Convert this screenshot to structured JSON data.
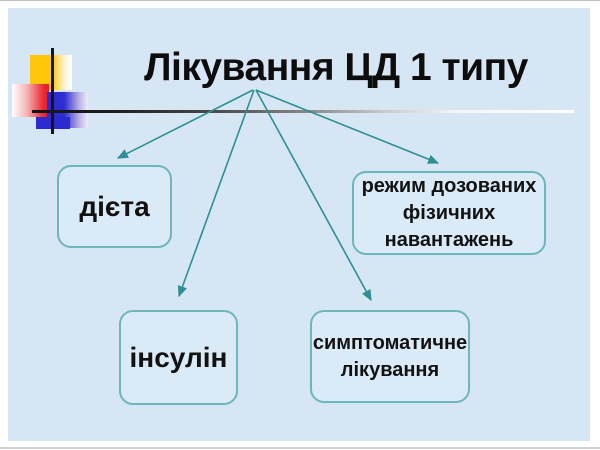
{
  "slide": {
    "title": "Лікування ЦД 1 типу",
    "boxes": [
      {
        "id": "dieta",
        "label": "дієта"
      },
      {
        "id": "rezhym-fizychnykh-navantazhen",
        "label": "режим дозованих\nфізичних\nнавантажень"
      },
      {
        "id": "insulin",
        "label": "інсулін"
      },
      {
        "id": "symptomatychne-likuvannia",
        "label": "симптоматичне\nлікування"
      }
    ],
    "colors": {
      "slide_background": "#d7e6f4",
      "box_border": "#6cb6bc",
      "box_fill": "#dbeaf7",
      "arrow": "#2e9095",
      "title_text": "#0d0d0d",
      "ornament_yellow": "#ffc60a",
      "ornament_red": "#e81b24",
      "ornament_blue": "#2b2bd0"
    }
  }
}
